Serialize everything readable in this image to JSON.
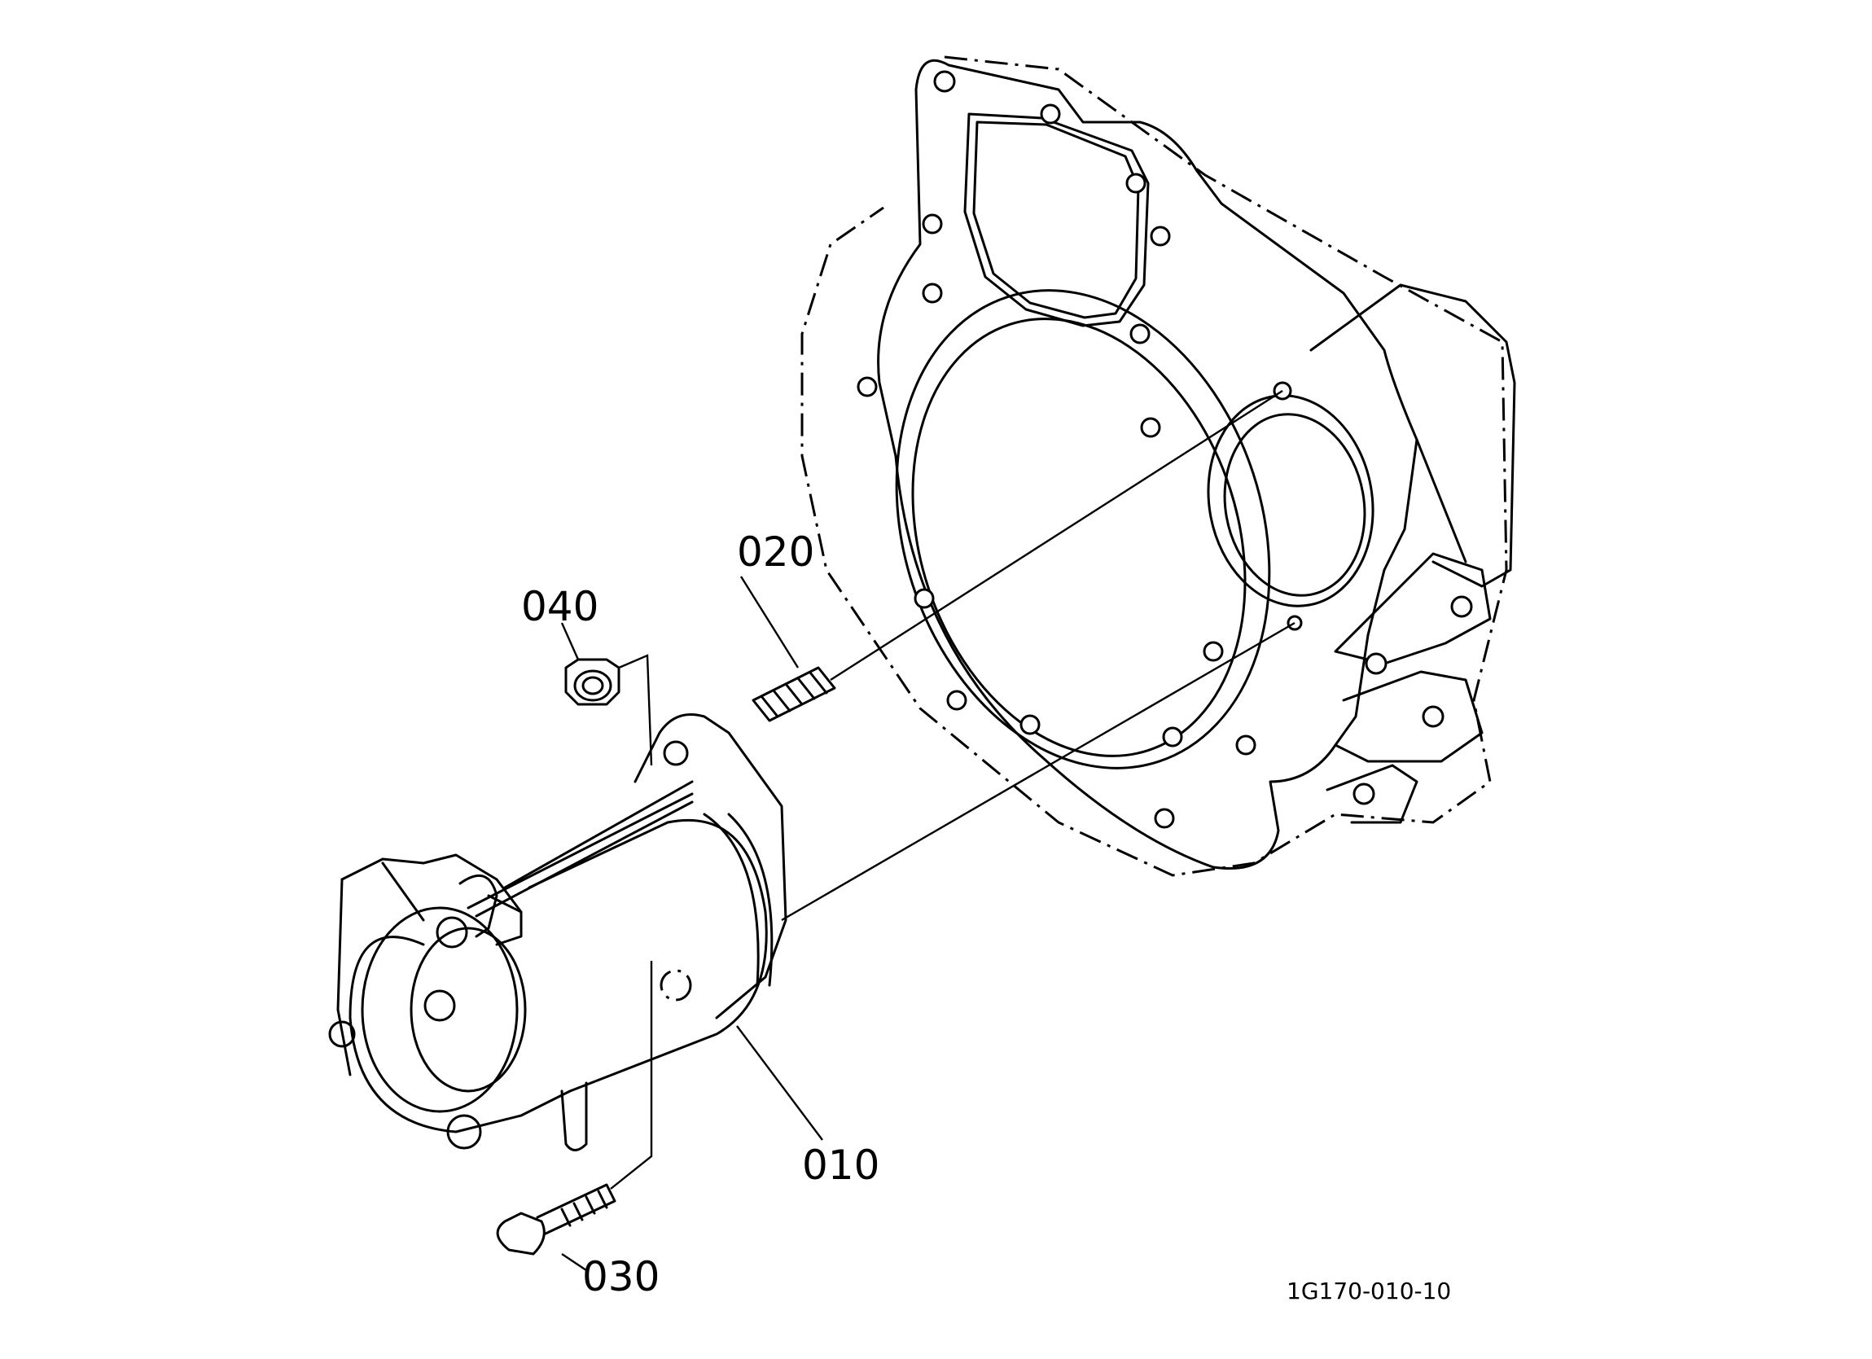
{
  "callouts": {
    "starter": "010",
    "stud": "020",
    "bolt": "030",
    "nut": "040"
  },
  "figure_ref": "1G170-010-10"
}
